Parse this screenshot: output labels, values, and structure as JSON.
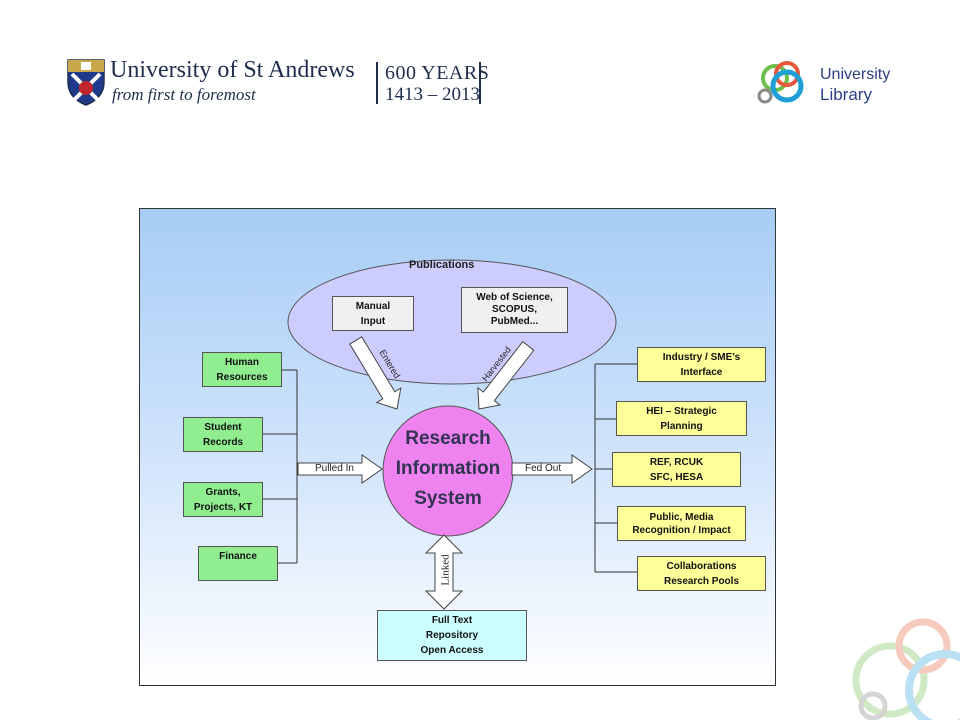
{
  "header": {
    "university_name": "University of St Andrews",
    "motto": "from first to foremost",
    "anniversary_line1": "600 YEARS",
    "anniversary_line2": "1413 – 2013",
    "library_line1": "University",
    "library_line2": "Library"
  },
  "diagram": {
    "publications_title": "Publications",
    "manual_input": "Manual\nInput",
    "web_sources": "Web of Science,\nSCOPUS,\nPubMed...",
    "entered_label": "Entered",
    "harvested_label": "Harvested",
    "center_line1": "Research",
    "center_line2": "Information",
    "center_line3": "System",
    "pulled_in_label": "Pulled In",
    "fed_out_label": "Fed Out",
    "linked_label": "Linked",
    "inputs": [
      "Human\nResources",
      "Student\nRecords",
      "Grants,\nProjects, KT",
      "Finance"
    ],
    "outputs": [
      "Industry / SME’s\nInterface",
      "HEI – Strategic\nPlanning",
      "REF, RCUK\nSFC, HESA",
      "Public, Media\nRecognition / Impact",
      "Collaborations\nResearch Pools"
    ],
    "repository": "Full Text\nRepository\nOpen Access"
  },
  "colors": {
    "input_box": "#90ee90",
    "output_box": "#ffff99",
    "center_circle": "#ee82ee",
    "publications_ellipse": "#ccccff",
    "repository_box": "#ccffff"
  }
}
